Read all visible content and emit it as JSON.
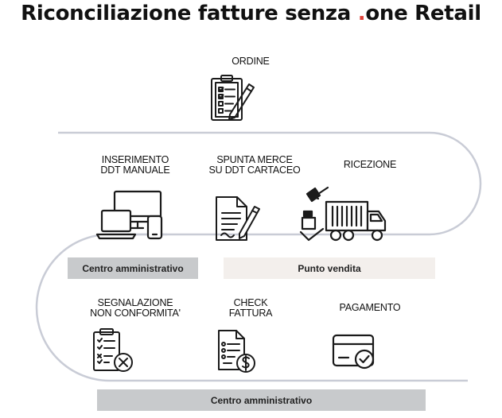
{
  "title": {
    "part1": "Riconciliazione fatture senza ",
    "dot": ".",
    "part2": "one Retail",
    "accent_color": "#e0433a"
  },
  "steps": [
    {
      "label": "ORDINE",
      "icon": "clipboard-checklist-icon"
    },
    {
      "label": "INSERIMENTO\nDDT MANUALE",
      "icon": "computer-devices-icon"
    },
    {
      "label": "SPUNTA MERCE\nSU DDT CARTACEO",
      "icon": "document-signing-icon"
    },
    {
      "label": "RICEZIONE",
      "icon": "delivery-truck-icon"
    },
    {
      "label": "SEGNALAZIONE\nNON CONFORMITA'",
      "icon": "clipboard-reject-icon"
    },
    {
      "label": "CHECK\nFATTURA",
      "icon": "invoice-check-icon"
    },
    {
      "label": "PAGAMENTO",
      "icon": "card-payment-icon"
    }
  ],
  "bars": {
    "admin_top": "Centro amministrativo",
    "store": "Punto vendita",
    "admin_bottom": "Centro amministrativo"
  },
  "colors": {
    "flow_line": "#c9ccd6",
    "admin_bar": "#c8cacc",
    "store_bar": "#f3efec"
  }
}
